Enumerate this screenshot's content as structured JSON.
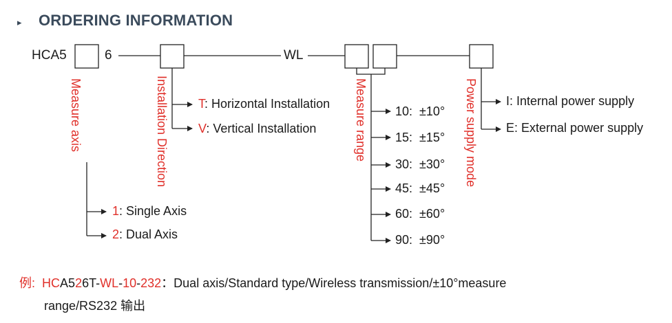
{
  "heading": {
    "marker": "▸",
    "title": "ORDERING INFORMATION"
  },
  "code": {
    "prefix": "HCA5",
    "digit": "6",
    "wl": "WL"
  },
  "fields": {
    "measure_axis": "Measure axis",
    "installation_direction": "Installation Direction",
    "measure_range": "Measure range",
    "power_supply_mode": "Power supply mode"
  },
  "axis_options": [
    {
      "code": "1",
      "text": ": Single Axis"
    },
    {
      "code": "2",
      "text": ": Dual Axis"
    }
  ],
  "installation_options": [
    {
      "code": "T",
      "text": ": Horizontal Installation"
    },
    {
      "code": "V",
      "text": ": Vertical Installation"
    }
  ],
  "range_options": [
    {
      "code": "10:",
      "text": "±10°"
    },
    {
      "code": "15:",
      "text": "±15°"
    },
    {
      "code": "30:",
      "text": "±30°"
    },
    {
      "code": "45:",
      "text": "±45°"
    },
    {
      "code": "60:",
      "text": "±60°"
    },
    {
      "code": "90:",
      "text": "±90°"
    }
  ],
  "power_options": [
    {
      "code": "I",
      "text": ": Internal power supply"
    },
    {
      "code": "E",
      "text": ": External power supply"
    }
  ],
  "example": {
    "prefix_label": "例:",
    "parts": [
      "HC",
      "A5",
      "2",
      "6T-",
      "WL",
      "-",
      "10",
      "-",
      "232"
    ],
    "separator": "：",
    "description": "Dual axis/Standard type/Wireless transmission/±10°measure",
    "line2": "range/RS232 输出"
  },
  "colors": {
    "accent_red": "#e0302a",
    "heading": "#3b4b5c",
    "line": "#222222"
  }
}
